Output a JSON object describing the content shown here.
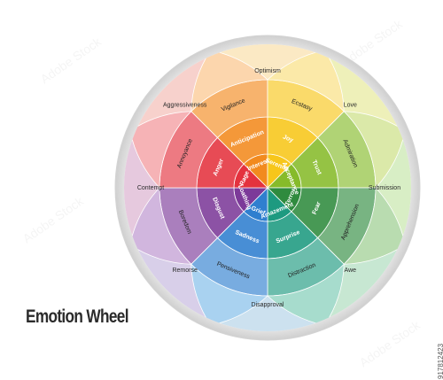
{
  "title": "Emotion Wheel",
  "stock_id": "917812423",
  "watermark": "Adobe Stock",
  "emotions": [
    {
      "name": "anticipation",
      "color": "#f28a1e",
      "outer_color": "#fcd6ad",
      "labels": [
        "Interest",
        "Anticipation",
        "Vigilance"
      ],
      "opposite_label": "Optimism"
    },
    {
      "name": "joy",
      "color": "#f7c61a",
      "outer_color": "#fbe9a8",
      "labels": [
        "Serenity",
        "Joy",
        "Ecstasy"
      ],
      "opposite_label": "Love"
    },
    {
      "name": "trust",
      "color": "#86bb2a",
      "outer_color": "#dbe9a9",
      "labels": [
        "Acceptance",
        "Trust",
        "Admiration"
      ],
      "opposite_label": "Submission"
    },
    {
      "name": "fear",
      "color": "#2f8b3e",
      "outer_color": "#b9dcb0",
      "labels": [
        "Terror",
        "Fear",
        "Apprehension"
      ],
      "opposite_label": "Awe"
    },
    {
      "name": "surprise",
      "color": "#1d9a80",
      "outer_color": "#a7dccd",
      "labels": [
        "Amazement",
        "Surprise",
        "Distraction"
      ],
      "opposite_label": "Disapproval"
    },
    {
      "name": "sadness",
      "color": "#2f7fcf",
      "outer_color": "#a9d2f0",
      "labels": [
        "Grief",
        "Sadness",
        "Pensiveness"
      ],
      "opposite_label": "Remorse"
    },
    {
      "name": "disgust",
      "color": "#7c3a99",
      "outer_color": "#d1b6de",
      "labels": [
        "Loathing",
        "Disgust",
        "Boredom"
      ],
      "opposite_label": "Contempt"
    },
    {
      "name": "anger",
      "color": "#e4323e",
      "outer_color": "#f6b3b6",
      "labels": [
        "Rage",
        "Anger",
        "Annoyance"
      ],
      "opposite_label": "Aggressiveness"
    }
  ],
  "dyads": [
    {
      "label": "Optimism",
      "color": "#fbe9c4"
    },
    {
      "label": "Love",
      "color": "#eef0b9"
    },
    {
      "label": "Submission",
      "color": "#d8eec5"
    },
    {
      "label": "Awe",
      "color": "#c7e7d2"
    },
    {
      "label": "Disapproval",
      "color": "#cce1ef"
    },
    {
      "label": "Remorse",
      "color": "#d8cfe9"
    },
    {
      "label": "Contempt",
      "color": "#e6c9de"
    },
    {
      "label": "Aggressiveness",
      "color": "#f7d1cc"
    }
  ]
}
